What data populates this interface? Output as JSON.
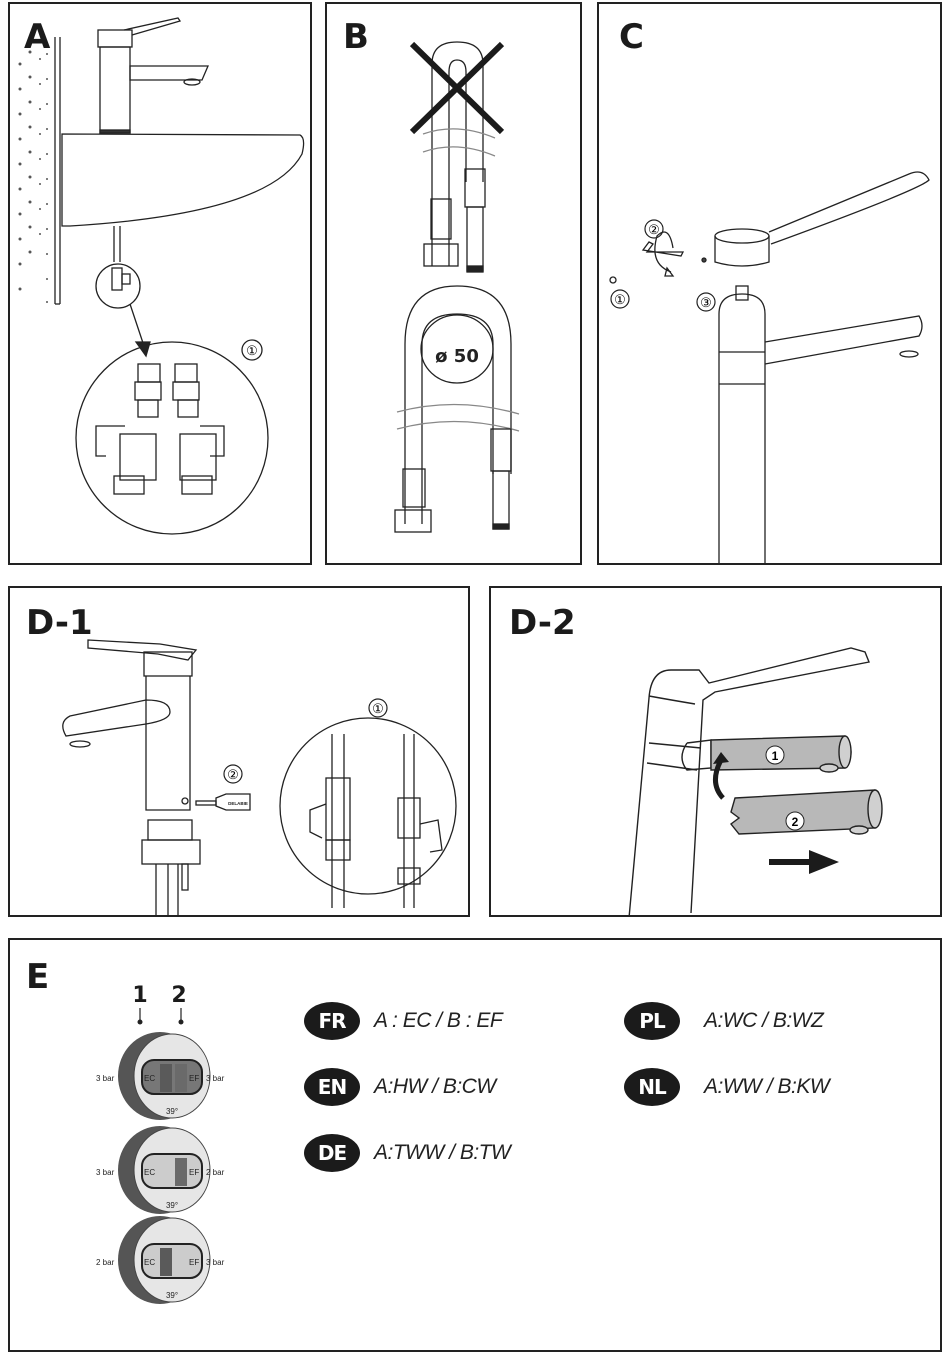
{
  "panels": {
    "a": {
      "label": "A",
      "callouts": [
        "①"
      ]
    },
    "b": {
      "label": "B",
      "diameter_label": "ø 50"
    },
    "c": {
      "label": "C",
      "callouts": [
        "①",
        "②",
        "③"
      ]
    },
    "d1": {
      "label": "D-1",
      "callouts": [
        "①",
        "②"
      ],
      "tool_label": "DELABIE"
    },
    "d2": {
      "label": "D-2",
      "callouts": [
        "1",
        "2"
      ]
    },
    "e": {
      "label": "E",
      "column_numbers": [
        "1",
        "2"
      ],
      "cartridges": [
        {
          "left_pressure": "3 bar",
          "right_pressure": "3 bar",
          "left_code": "EC",
          "right_code": "EF",
          "temperature": "39°"
        },
        {
          "left_pressure": "3 bar",
          "right_pressure": "2 bar",
          "left_code": "EC",
          "right_code": "EF",
          "temperature": "39°"
        },
        {
          "left_pressure": "2 bar",
          "right_pressure": "3 bar",
          "left_code": "EC",
          "right_code": "EF",
          "temperature": "39°"
        }
      ],
      "languages": [
        {
          "code": "FR",
          "text": "A : EC / B : EF"
        },
        {
          "code": "EN",
          "text": "A:HW / B:CW"
        },
        {
          "code": "DE",
          "text": "A:TWW / B:TW"
        },
        {
          "code": "PL",
          "text": "A:WC / B:WZ"
        },
        {
          "code": "NL",
          "text": "A:WW / B:KW"
        }
      ]
    }
  }
}
